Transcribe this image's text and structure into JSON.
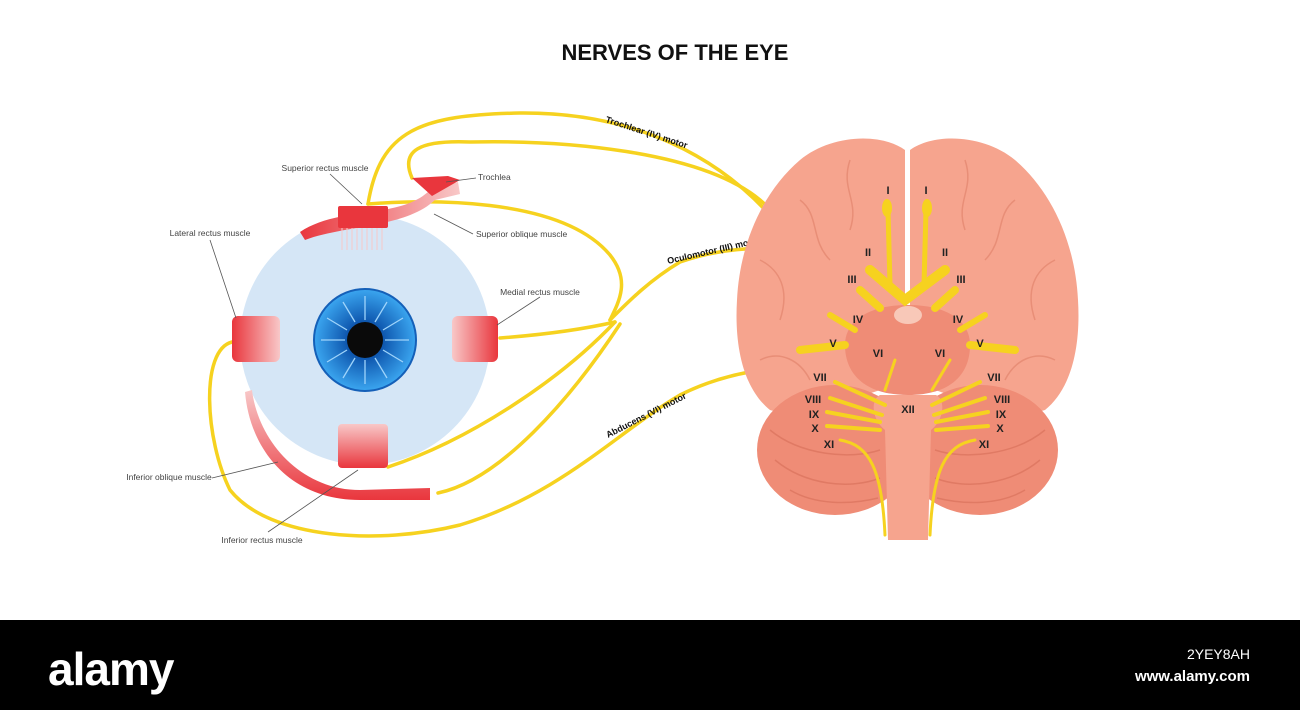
{
  "title": "NERVES OF THE EYE",
  "eye_labels": {
    "superior_rectus": "Superior rectus muscle",
    "trochlea": "Trochlea",
    "superior_oblique": "Superior oblique muscle",
    "lateral_rectus": "Lateral rectus muscle",
    "medial_rectus": "Medial rectus muscle",
    "inferior_oblique": "Inferior oblique muscle",
    "inferior_rectus": "Inferior rectus muscle"
  },
  "nerve_labels": {
    "trochlear": "Trochlear (IV) motor",
    "oculomotor": "Oculomotor (III) motor",
    "abducens": "Abducens (VI) motor"
  },
  "cranial_left": [
    "I",
    "II",
    "III",
    "IV",
    "V",
    "VI",
    "VII",
    "VIII",
    "IX",
    "X",
    "XI"
  ],
  "cranial_right": [
    "I",
    "II",
    "III",
    "IV",
    "V",
    "VI",
    "VII",
    "VIII",
    "IX",
    "X",
    "XI"
  ],
  "cranial_center": "XII",
  "colors": {
    "nerve": "#f6d21f",
    "brain": "#f6a48e",
    "brain_dark": "#ef8c76",
    "eyeball": "#d5e6f6",
    "iris": "#1f7fd6",
    "muscle": "#e9363d"
  },
  "footer": {
    "logo": "alamy",
    "image_id": "2YEY8AH",
    "url": "www.alamy.com"
  }
}
